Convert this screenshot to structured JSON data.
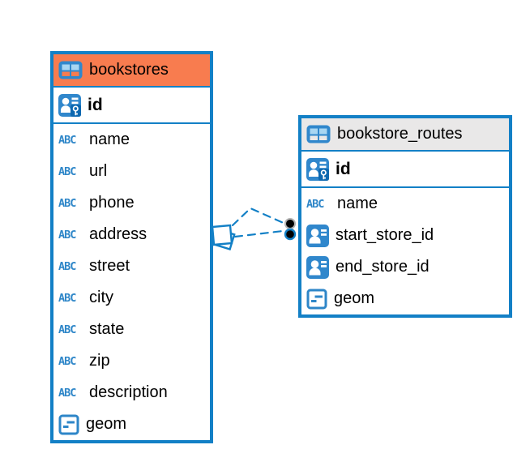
{
  "colors": {
    "accent_blue": "#1380C6",
    "icon_blue": "#3087CC",
    "icon_cell_light": "#A8D6F2",
    "key_badge_blue": "#0D68B0",
    "bookstores_header": "#F87C4F",
    "routes_header": "#E9E8E8",
    "relationship_line": "#1380C6",
    "endpoint_dot_fill": "#000000",
    "endpoint_dot_ring_gray": "#B3B3B3",
    "canvas_bg": "#FFFFFF"
  },
  "icons": {
    "text_icon_label": "ABC"
  },
  "tables": [
    {
      "name": "bookstores",
      "icon": "table-icon",
      "header_color_key": "bookstores_header",
      "columns": [
        {
          "name": "id",
          "icon": "primary-key-icon",
          "primary": true
        },
        {
          "name": "name",
          "icon": "text-icon"
        },
        {
          "name": "url",
          "icon": "text-icon"
        },
        {
          "name": "phone",
          "icon": "text-icon"
        },
        {
          "name": "address",
          "icon": "text-icon"
        },
        {
          "name": "street",
          "icon": "text-icon"
        },
        {
          "name": "city",
          "icon": "text-icon"
        },
        {
          "name": "state",
          "icon": "text-icon"
        },
        {
          "name": "zip",
          "icon": "text-icon"
        },
        {
          "name": "description",
          "icon": "text-icon"
        },
        {
          "name": "geom",
          "icon": "geometry-icon"
        }
      ]
    },
    {
      "name": "bookstore_routes",
      "icon": "table-icon",
      "header_color_key": "routes_header",
      "columns": [
        {
          "name": "id",
          "icon": "primary-key-icon",
          "primary": true
        },
        {
          "name": "name",
          "icon": "text-icon"
        },
        {
          "name": "start_store_id",
          "icon": "foreign-key-icon"
        },
        {
          "name": "end_store_id",
          "icon": "foreign-key-icon"
        },
        {
          "name": "geom",
          "icon": "geometry-icon"
        }
      ]
    }
  ]
}
